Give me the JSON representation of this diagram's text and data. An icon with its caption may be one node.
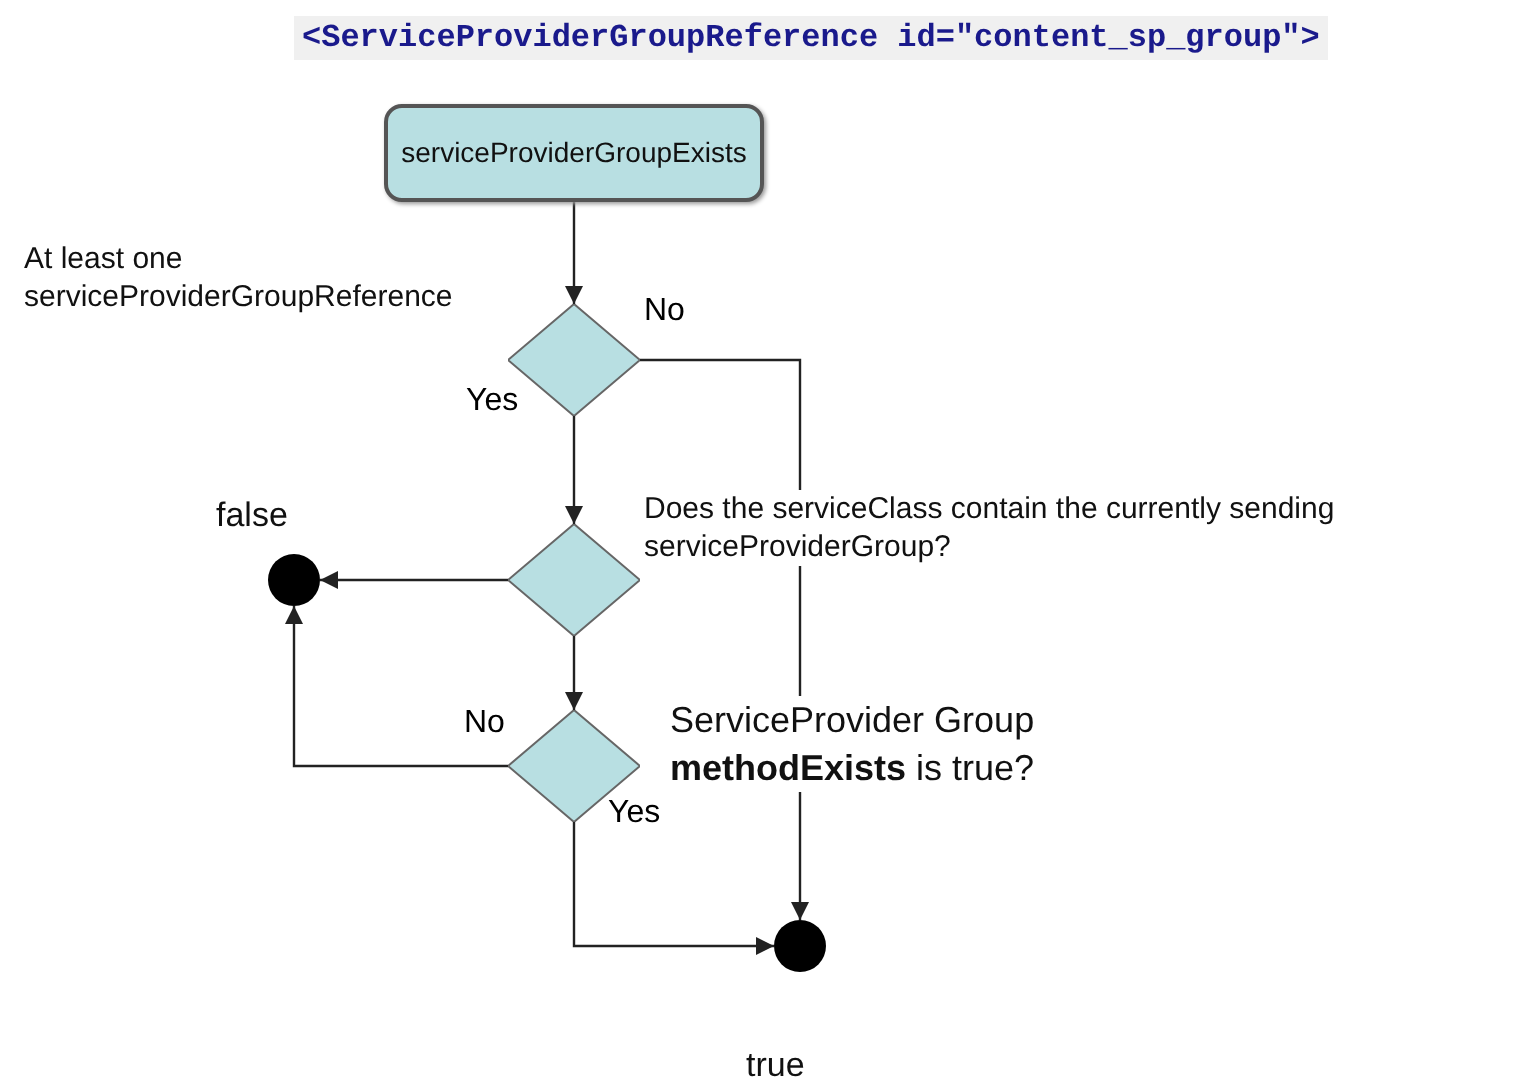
{
  "diagram": {
    "nodes": [
      {
        "text": [
          "serviceProviderGroupExists"
        ]
      },
      {
        "text": [],
        "shape": "diamond",
        "beside": [
          "At least one serviceProviderGroupReference"
        ]
      },
      {
        "text": [],
        "shape": "diamond",
        "beside": [
          "Does the serviceClass contain the currently sending serviceProviderGroup?"
        ]
      },
      {
        "text": [],
        "shape": "diamond",
        "beside": [
          "ServiceProvider Group **methodExists** is true?"
        ]
      },
      {
        "text": [],
        "shape": "circle",
        "beside": [
          "false"
        ]
      },
      {
        "text": [],
        "shape": "circle",
        "beside": [
          "true"
        ]
      }
    ],
    "edges": [
      {
        "from": 0,
        "to": 1,
        "arrow": "to"
      },
      {
        "from": 1,
        "to": 5,
        "arrow": "to",
        "label": "No"
      },
      {
        "from": 1,
        "to": 2,
        "arrow": "to",
        "label": "Yes"
      },
      {
        "from": 2,
        "to": 4,
        "arrow": "to"
      },
      {
        "from": 2,
        "to": 3,
        "arrow": "to"
      },
      {
        "from": 3,
        "to": 4,
        "arrow": "to",
        "label": "No"
      },
      {
        "from": 3,
        "to": 5,
        "arrow": "to",
        "label": "Yes"
      }
    ],
    "labels": [
      "<ServiceProviderGroupReference id=\"content_sp_group\">"
    ]
  }
}
